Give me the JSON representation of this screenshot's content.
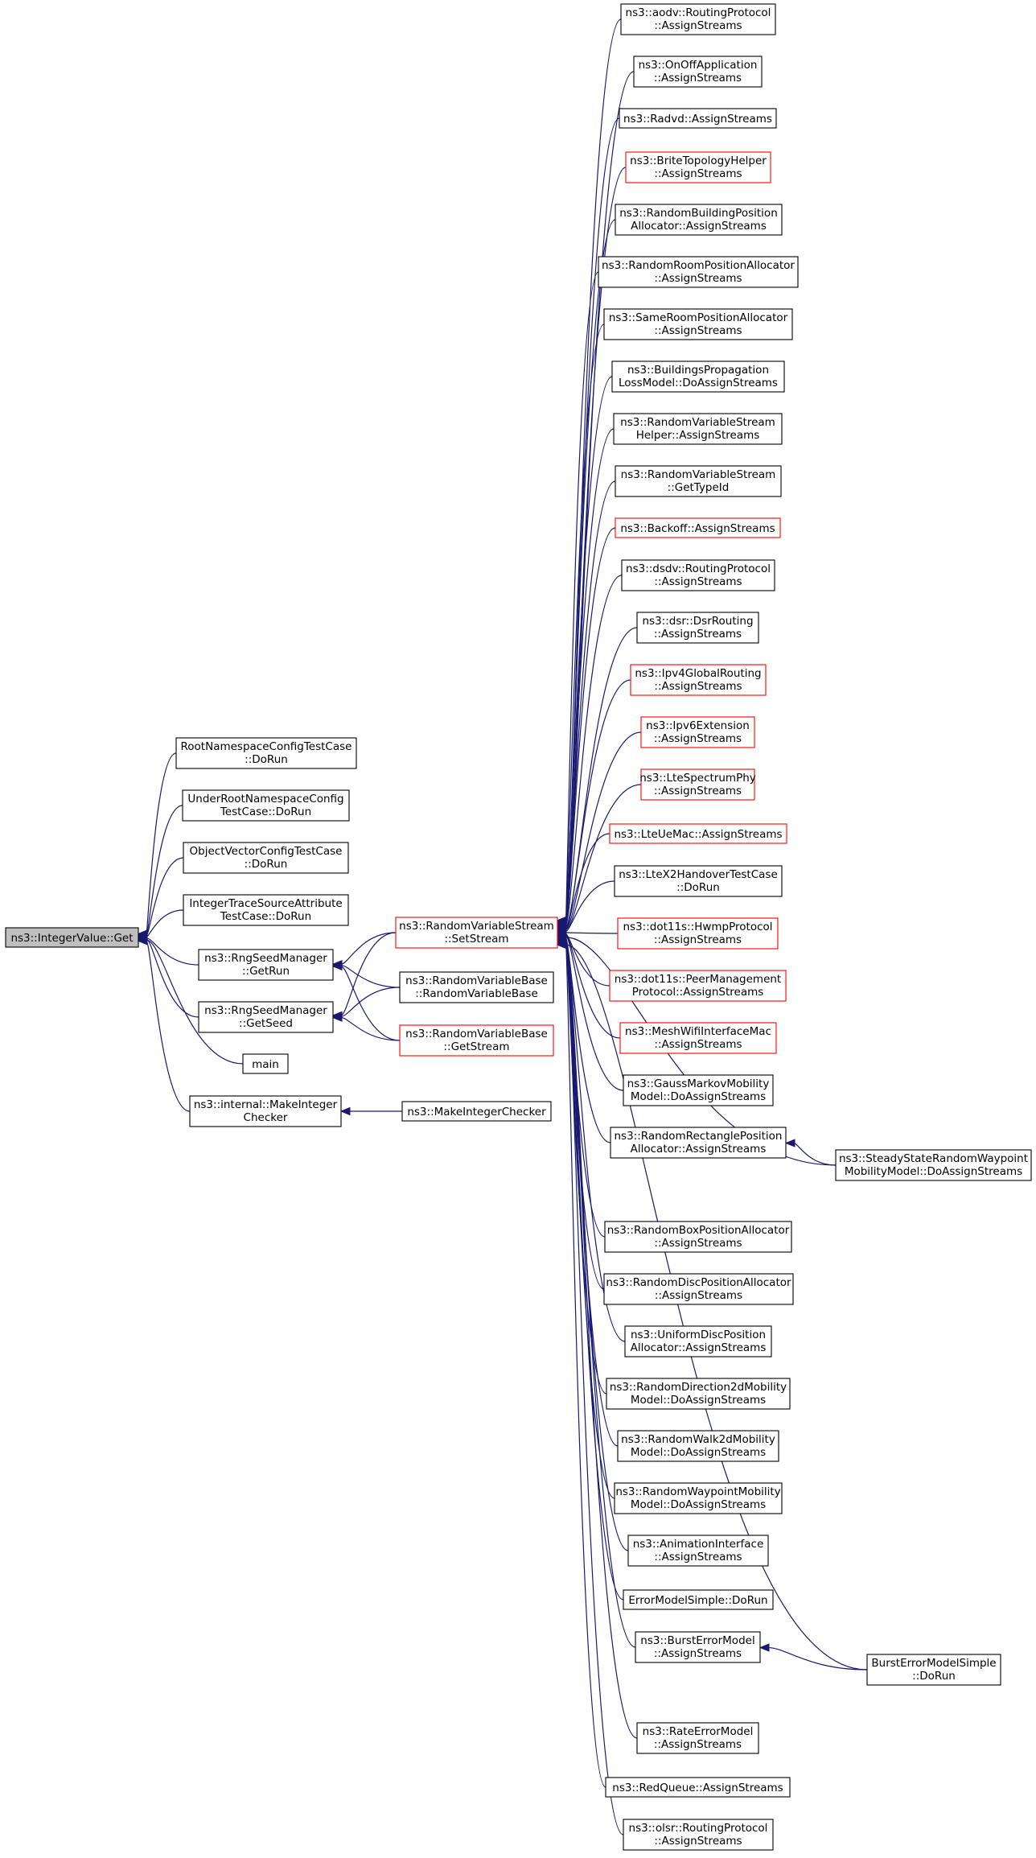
{
  "graph": {
    "colors": {
      "edge": "#191970",
      "normal_border": "#000000",
      "red_border": "#ff0000",
      "root_fill": "#bfbfbf"
    },
    "nodes": {
      "root": {
        "lines": [
          "ns3::IntegerValue::Get"
        ],
        "style": "root"
      },
      "rootns": {
        "lines": [
          "RootNamespaceConfigTestCase",
          "::DoRun"
        ]
      },
      "underroot": {
        "lines": [
          "UnderRootNamespaceConfig",
          "TestCase::DoRun"
        ]
      },
      "objvec": {
        "lines": [
          "ObjectVectorConfigTestCase",
          "::DoRun"
        ]
      },
      "inttrace": {
        "lines": [
          "IntegerTraceSourceAttribute",
          "TestCase::DoRun"
        ]
      },
      "getrun": {
        "lines": [
          "ns3::RngSeedManager",
          "::GetRun"
        ]
      },
      "getseed": {
        "lines": [
          "ns3::RngSeedManager",
          "::GetSeed"
        ]
      },
      "main": {
        "lines": [
          "main"
        ]
      },
      "makeintchk": {
        "lines": [
          "ns3::internal::MakeInteger",
          "Checker"
        ]
      },
      "makeintchecker": {
        "lines": [
          "ns3::MakeIntegerChecker"
        ]
      },
      "setstream": {
        "lines": [
          "ns3::RandomVariableStream",
          "::SetStream"
        ],
        "style": "red"
      },
      "rvbase": {
        "lines": [
          "ns3::RandomVariableBase",
          "::RandomVariableBase"
        ]
      },
      "rvgetstream": {
        "lines": [
          "ns3::RandomVariableBase",
          "::GetStream"
        ],
        "style": "red"
      },
      "aodv": {
        "lines": [
          "ns3::aodv::RoutingProtocol",
          "::AssignStreams"
        ]
      },
      "onoff": {
        "lines": [
          "ns3::OnOffApplication",
          "::AssignStreams"
        ]
      },
      "radvd": {
        "lines": [
          "ns3::Radvd::AssignStreams"
        ]
      },
      "brite": {
        "lines": [
          "ns3::BriteTopologyHelper",
          "::AssignStreams"
        ],
        "style": "red"
      },
      "rbpa": {
        "lines": [
          "ns3::RandomBuildingPosition",
          "Allocator::AssignStreams"
        ]
      },
      "rrpa": {
        "lines": [
          "ns3::RandomRoomPositionAllocator",
          "::AssignStreams"
        ]
      },
      "srpa": {
        "lines": [
          "ns3::SameRoomPositionAllocator",
          "::AssignStreams"
        ]
      },
      "bplm": {
        "lines": [
          "ns3::BuildingsPropagation",
          "LossModel::DoAssignStreams"
        ]
      },
      "rvsh": {
        "lines": [
          "ns3::RandomVariableStream",
          "Helper::AssignStreams"
        ]
      },
      "rvsgt": {
        "lines": [
          "ns3::RandomVariableStream",
          "::GetTypeId"
        ]
      },
      "backoff": {
        "lines": [
          "ns3::Backoff::AssignStreams"
        ],
        "style": "red"
      },
      "dsdv": {
        "lines": [
          "ns3::dsdv::RoutingProtocol",
          "::AssignStreams"
        ]
      },
      "dsr": {
        "lines": [
          "ns3::dsr::DsrRouting",
          "::AssignStreams"
        ]
      },
      "ipv4gr": {
        "lines": [
          "ns3::Ipv4GlobalRouting",
          "::AssignStreams"
        ],
        "style": "red"
      },
      "ipv6ext": {
        "lines": [
          "ns3::Ipv6Extension",
          "::AssignStreams"
        ],
        "style": "red"
      },
      "ltespec": {
        "lines": [
          "ns3::LteSpectrumPhy",
          "::AssignStreams"
        ],
        "style": "red"
      },
      "lteue": {
        "lines": [
          "ns3::LteUeMac::AssignStreams"
        ],
        "style": "red"
      },
      "ltex2": {
        "lines": [
          "ns3::LteX2HandoverTestCase",
          "::DoRun"
        ]
      },
      "hwmp": {
        "lines": [
          "ns3::dot11s::HwmpProtocol",
          "::AssignStreams"
        ],
        "style": "red"
      },
      "peermgmt": {
        "lines": [
          "ns3::dot11s::PeerManagement",
          "Protocol::AssignStreams"
        ],
        "style": "red"
      },
      "meshwifi": {
        "lines": [
          "ns3::MeshWifiInterfaceMac",
          "::AssignStreams"
        ],
        "style": "red"
      },
      "gaussmarkov": {
        "lines": [
          "ns3::GaussMarkovMobility",
          "Model::DoAssignStreams"
        ]
      },
      "rrectpa": {
        "lines": [
          "ns3::RandomRectanglePosition",
          "Allocator::AssignStreams"
        ]
      },
      "ssrwp": {
        "lines": [
          "ns3::SteadyStateRandomWaypoint",
          "MobilityModel::DoAssignStreams"
        ]
      },
      "rboxpa": {
        "lines": [
          "ns3::RandomBoxPositionAllocator",
          "::AssignStreams"
        ]
      },
      "rdiscpa": {
        "lines": [
          "ns3::RandomDiscPositionAllocator",
          "::AssignStreams"
        ]
      },
      "udiscpa": {
        "lines": [
          "ns3::UniformDiscPosition",
          "Allocator::AssignStreams"
        ]
      },
      "rdir2d": {
        "lines": [
          "ns3::RandomDirection2dMobility",
          "Model::DoAssignStreams"
        ]
      },
      "rwalk2d": {
        "lines": [
          "ns3::RandomWalk2dMobility",
          "Model::DoAssignStreams"
        ]
      },
      "rwaypoint": {
        "lines": [
          "ns3::RandomWaypointMobility",
          "Model::DoAssignStreams"
        ]
      },
      "anim": {
        "lines": [
          "ns3::AnimationInterface",
          "::AssignStreams"
        ]
      },
      "errsimple": {
        "lines": [
          "ErrorModelSimple::DoRun"
        ]
      },
      "bursterr": {
        "lines": [
          "ns3::BurstErrorModel",
          "::AssignStreams"
        ]
      },
      "burstsimple": {
        "lines": [
          "BurstErrorModelSimple",
          "::DoRun"
        ]
      },
      "rateerr": {
        "lines": [
          "ns3::RateErrorModel",
          "::AssignStreams"
        ]
      },
      "redqueue": {
        "lines": [
          "ns3::RedQueue::AssignStreams"
        ]
      },
      "olsr": {
        "lines": [
          "ns3::olsr::RoutingProtocol",
          "::AssignStreams"
        ]
      }
    }
  }
}
